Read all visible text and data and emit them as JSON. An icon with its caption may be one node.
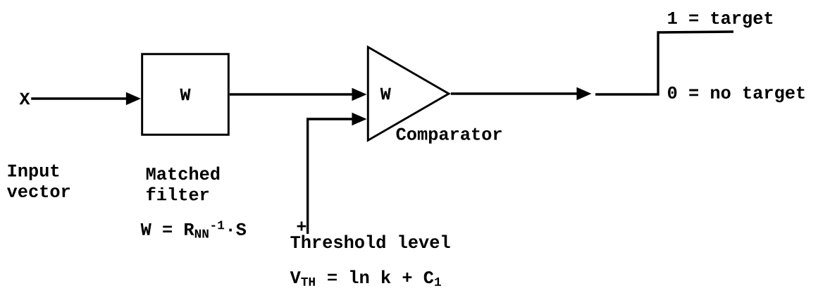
{
  "diagram": {
    "nodes": [
      {
        "text": [
          "X"
        ],
        "beside": [
          "Input vector"
        ]
      },
      {
        "text": [
          "W"
        ],
        "beside": [
          "Matched filter",
          "W = R$_{NN}$$^{-1}$·S"
        ]
      },
      {
        "text": [
          "W"
        ],
        "beside": [
          "Comparator"
        ]
      },
      {
        "text": [],
        "shape": "picture",
        "beside": [
          "1 = target",
          "0 = no target"
        ]
      },
      {
        "text": [
          "Threshold level"
        ],
        "beside": [
          "+",
          "V$_{TH}$ = ln k + C$_{1}$"
        ]
      }
    ],
    "edges": [
      {
        "from": 0,
        "to": 1,
        "arrow": "to"
      },
      {
        "from": 1,
        "to": 2,
        "arrow": "to"
      },
      {
        "from": 2,
        "to": 3,
        "arrow": "to"
      },
      {
        "from": 4,
        "to": 2,
        "arrow": "to"
      }
    ]
  }
}
